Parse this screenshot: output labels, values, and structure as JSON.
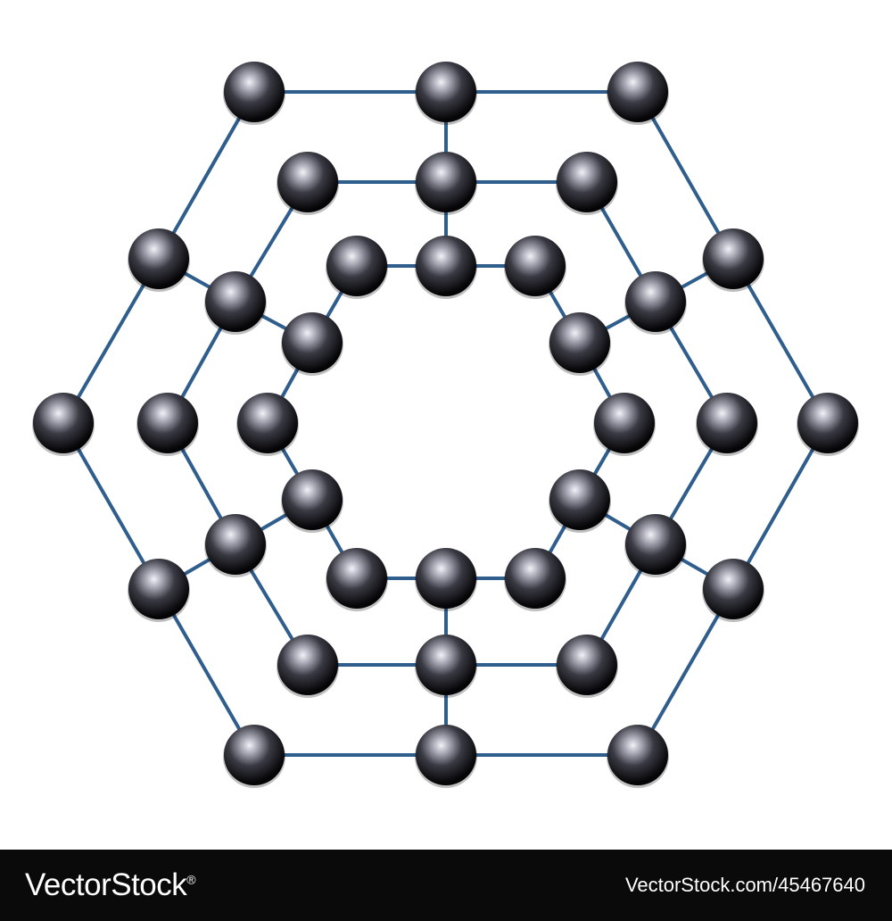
{
  "diagram": {
    "bond_color": "#2f5d8c",
    "atom_color": "#111111",
    "atom_highlight": "#e8e8f0",
    "rings": [
      {
        "name": "outer",
        "atoms": 12
      },
      {
        "name": "middle",
        "atoms": 12
      },
      {
        "name": "inner",
        "atoms": 12
      }
    ]
  },
  "footer": {
    "brand": "VectorStock",
    "brand_suffix": "®",
    "image_id": "VectorStock.com/45467640",
    "background": "#0a0a0a"
  }
}
